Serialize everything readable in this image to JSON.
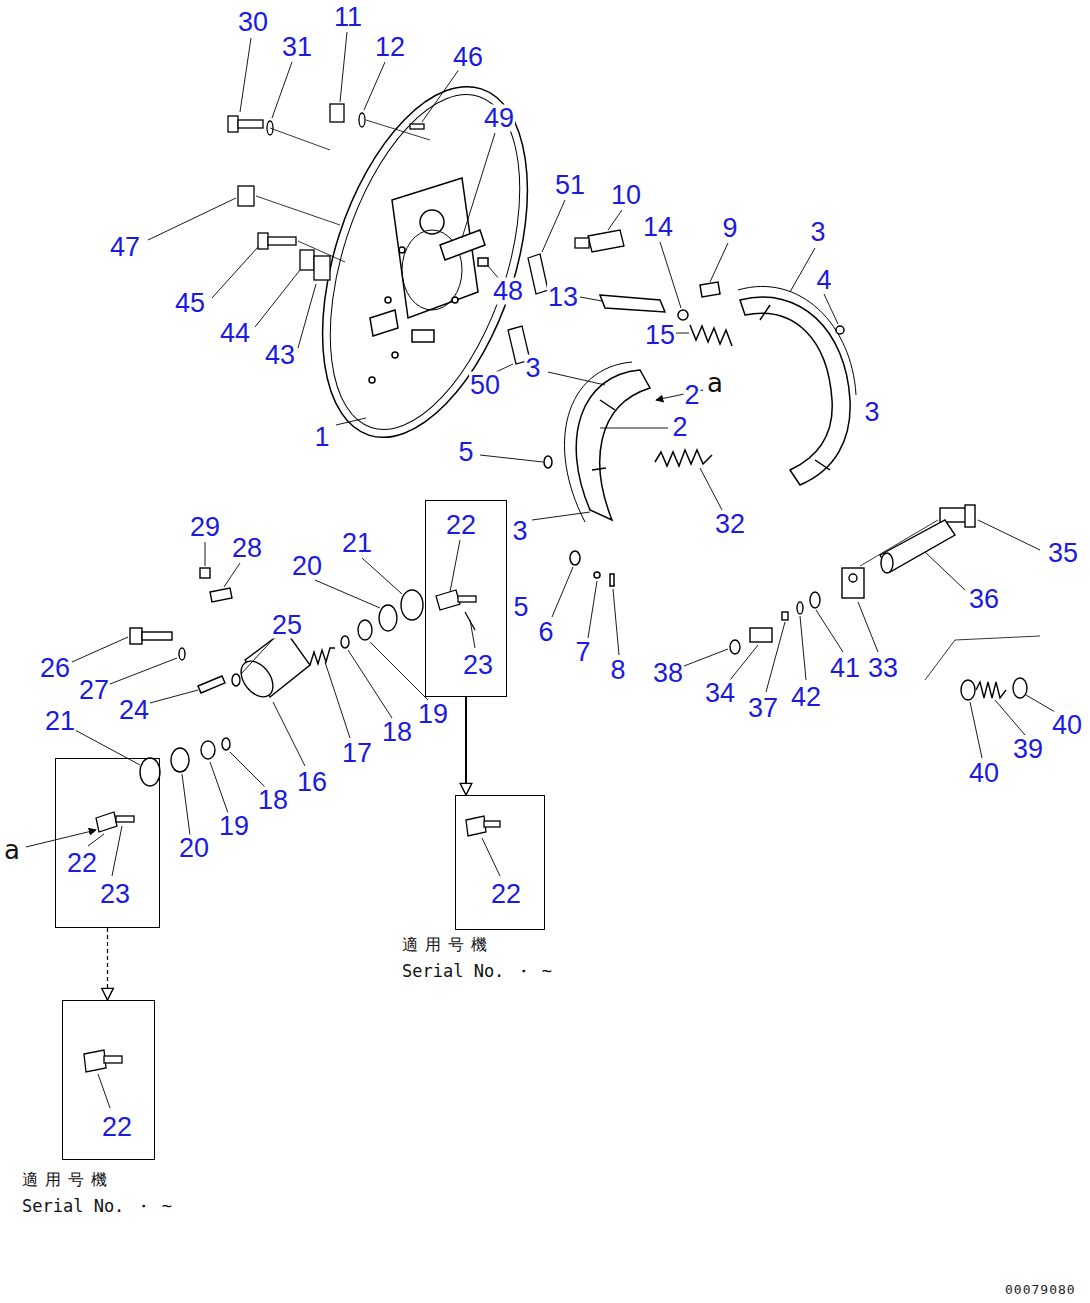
{
  "diagram": {
    "nodes": [
      {
        "text": [
          "22",
          "23"
        ]
      },
      {
        "text": [
          "22"
        ]
      },
      {
        "text": [
          "22",
          "23"
        ]
      },
      {
        "text": [
          "22"
        ]
      }
    ],
    "edges": [
      {
        "from": 0,
        "to": 1,
        "arrow": "to"
      },
      {
        "from": 2,
        "to": 3,
        "arrow": "to"
      }
    ],
    "labels": [
      "30",
      "31",
      "11",
      "12",
      "46",
      "49",
      "51",
      "10",
      "14",
      "9",
      "3",
      "47",
      "4",
      "48",
      "13",
      "45",
      "44",
      "15",
      "43",
      "3",
      "50",
      "a",
      "2",
      "3",
      "2",
      "1",
      "5",
      "32",
      "3",
      "29",
      "21",
      "28",
      "35",
      "20",
      "36",
      "5",
      "25",
      "6",
      "7",
      "26",
      "41",
      "33",
      "8",
      "38",
      "27",
      "34",
      "42",
      "24",
      "37",
      "19",
      "21",
      "40",
      "18",
      "39",
      "17",
      "40",
      "16",
      "18",
      "19",
      "20",
      "a",
      "適用号機",
      "Serial No. ・ ~",
      "適用号機",
      "Serial No. ・ ~",
      "00079080"
    ]
  }
}
